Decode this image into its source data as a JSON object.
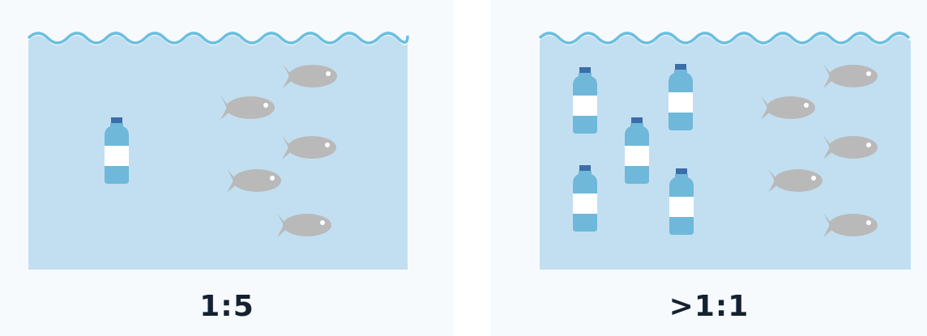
{
  "colors": {
    "water": "#c2dff1",
    "wave": "#6bbfdf",
    "bottle_body": "#6fb8d9",
    "bottle_cap": "#3b6ea8",
    "bottle_label": "#ffffff",
    "fish": "#b9b9b9",
    "ratio_text": "#142131"
  },
  "icons": {
    "bottle": "plastic-bottle-icon",
    "fish": "fish-icon"
  },
  "panels": [
    {
      "ratio": "1:5",
      "bottle_count": 1,
      "fish_count": 5
    },
    {
      "ratio": ">1:1",
      "bottle_count": 5,
      "fish_count": 5
    }
  ]
}
